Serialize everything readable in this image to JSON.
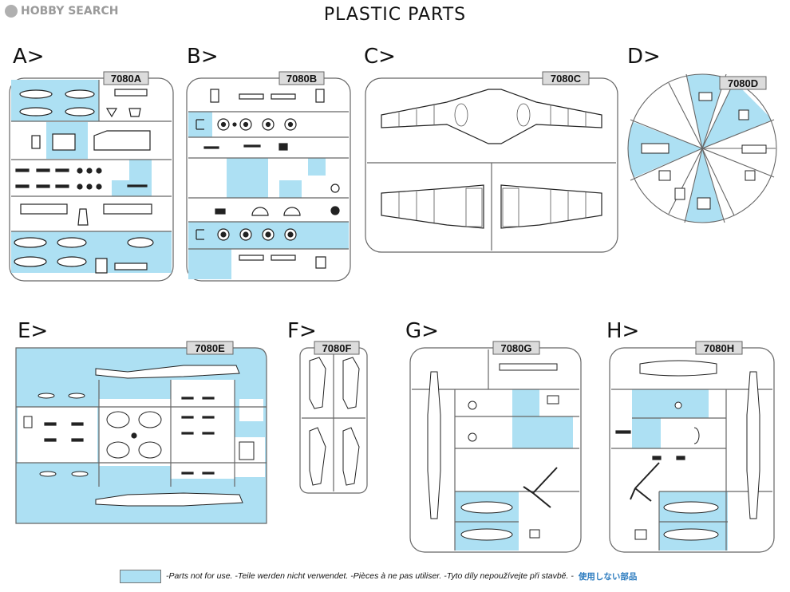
{
  "header": {
    "logo_text": "HOBBY SEARCH",
    "title": "PLASTIC PARTS"
  },
  "colors": {
    "not_for_use": "#ade0f3",
    "frame": "#666666",
    "ink": "#111111"
  },
  "sprues": [
    {
      "letter": "A>",
      "code": "7080A"
    },
    {
      "letter": "B>",
      "code": "7080B"
    },
    {
      "letter": "C>",
      "code": "7080C"
    },
    {
      "letter": "D>",
      "code": "7080D"
    },
    {
      "letter": "E>",
      "code": "7080E"
    },
    {
      "letter": "F>",
      "code": "7080F"
    },
    {
      "letter": "G>",
      "code": "7080G"
    },
    {
      "letter": "H>",
      "code": "7080H"
    }
  ],
  "legend": {
    "text": "-Parts not for use. -Teile werden nicht verwendet. -Pièces à ne pas utiliser. -Tyto díly nepoužívejte při stavbě. -",
    "japanese_text": "使用しない部品"
  }
}
